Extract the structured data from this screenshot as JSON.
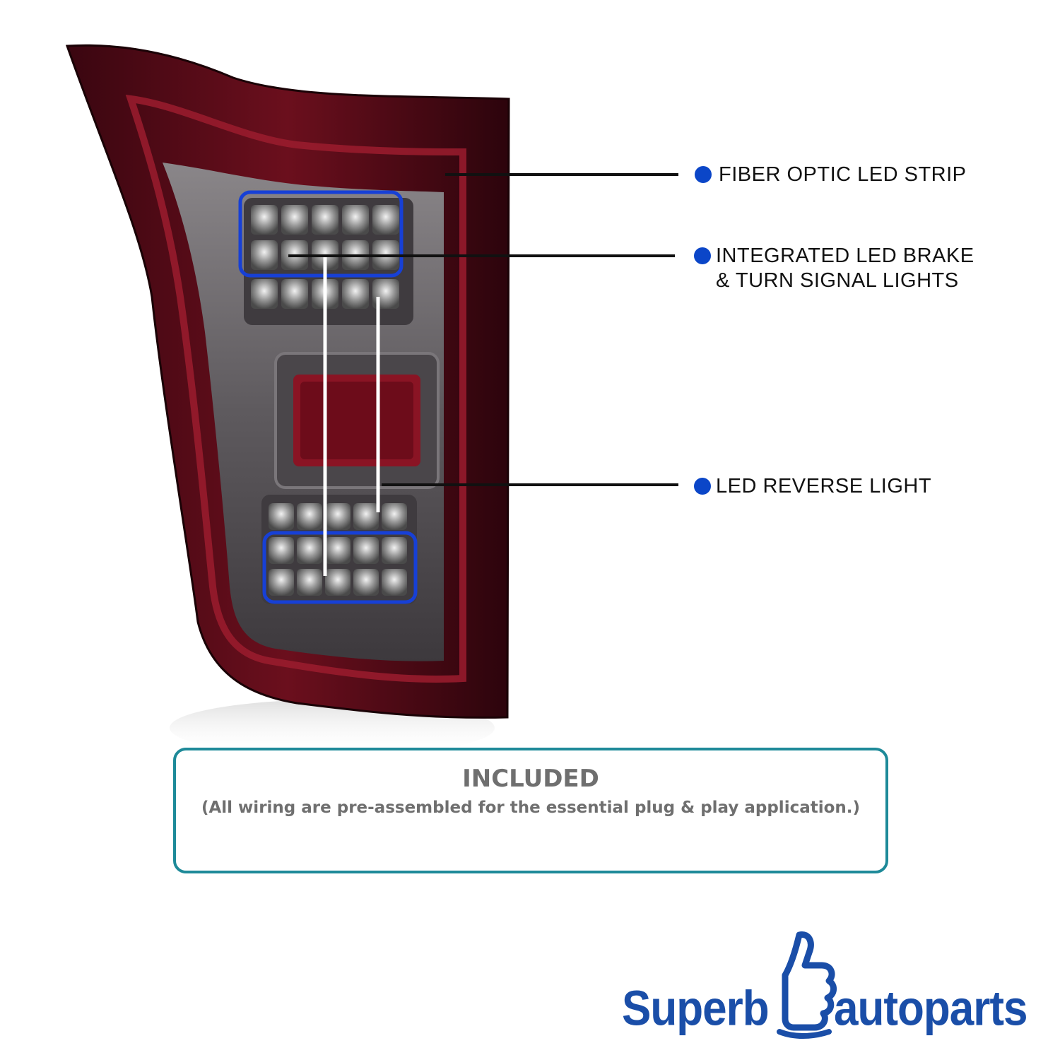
{
  "callouts": {
    "fiber_optic": "FIBER OPTIC LED STRIP",
    "brake_turn_line1": "INTEGRATED LED BRAKE",
    "brake_turn_line2": "& TURN SIGNAL LIGHTS",
    "reverse": "LED REVERSE LIGHT"
  },
  "included": {
    "title": "INCLUDED",
    "subtitle": "(All wiring are pre-assembled for the essential plug & play application.)"
  },
  "logo": {
    "left": "Superb",
    "right": "autoparts"
  },
  "colors": {
    "dot": "#0b46c8",
    "highlight_box": "#1740d6",
    "housing_red": "#5a0a16",
    "box_border": "#1e8a99",
    "brand": "#1a4ea8"
  }
}
